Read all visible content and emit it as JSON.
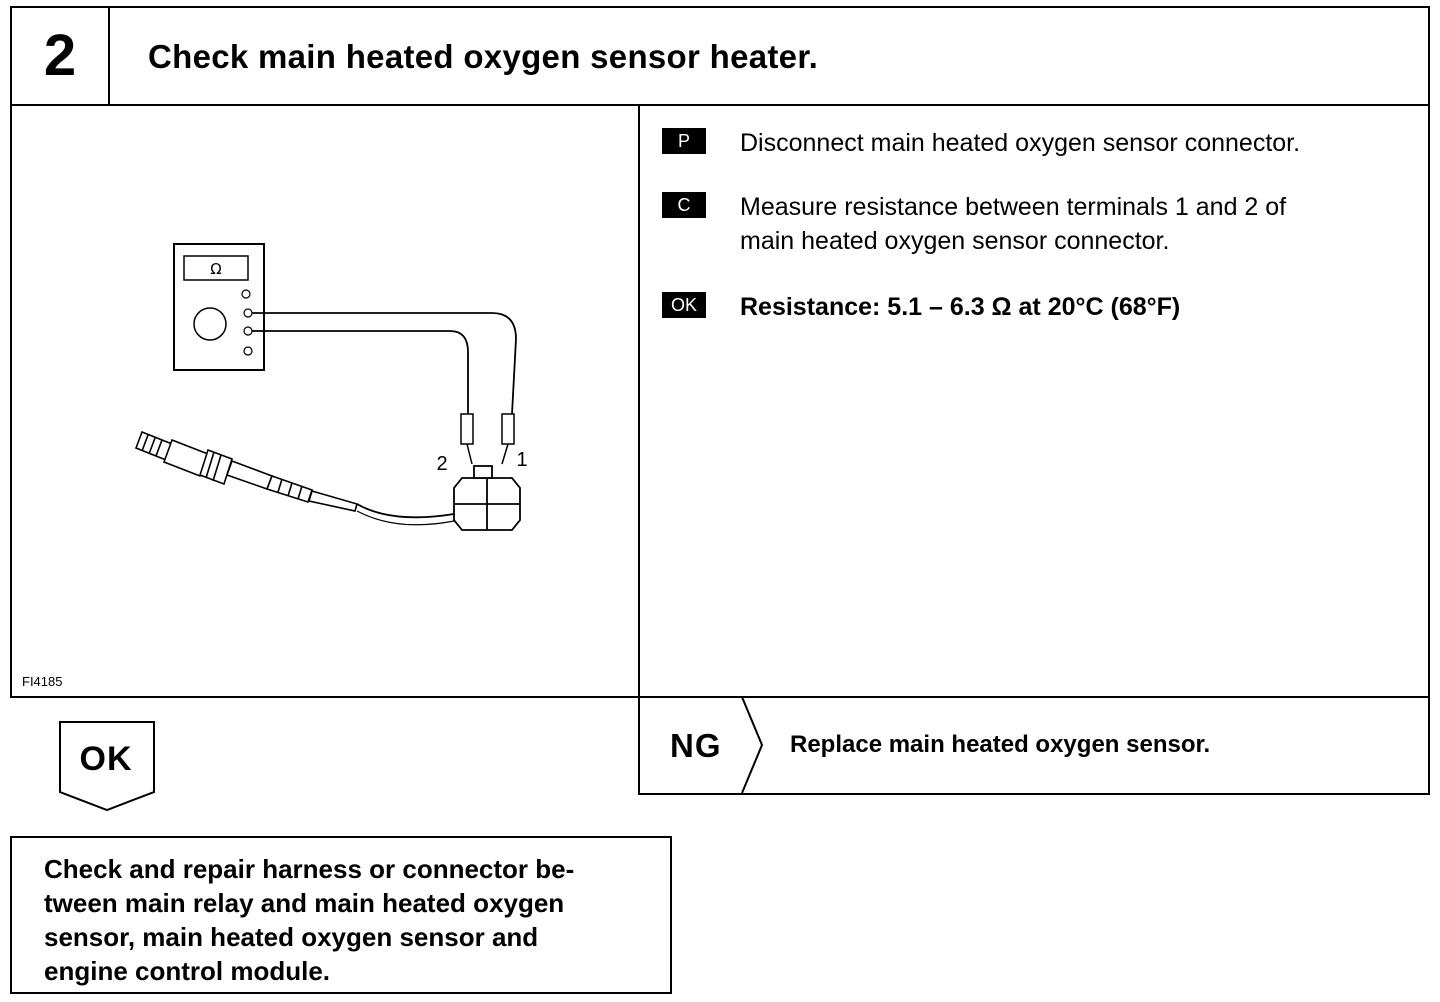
{
  "header": {
    "step_number": "2",
    "title": "Check main heated oxygen sensor heater."
  },
  "figure": {
    "meter_symbol": "Ω",
    "terminal_2_label": "2",
    "terminal_1_label": "1",
    "figure_code": "FI4185"
  },
  "steps": [
    {
      "badge": "P",
      "text": "Disconnect main heated oxygen sensor connector."
    },
    {
      "badge": "C",
      "text_line1": "Measure resistance between terminals 1 and 2 of",
      "text_line2": "main heated oxygen sensor connector."
    },
    {
      "badge": "OK",
      "text": "Resistance:   5.1 – 6.3 Ω at 20°C (68°F)"
    }
  ],
  "ng": {
    "label": "NG",
    "action": "Replace main heated oxygen sensor."
  },
  "ok": {
    "label": "OK",
    "action_line1": "Check and repair harness or connector be-",
    "action_line2": "tween main relay and main heated oxygen",
    "action_line3": "sensor, main heated oxygen sensor and",
    "action_line4": "engine control module."
  }
}
